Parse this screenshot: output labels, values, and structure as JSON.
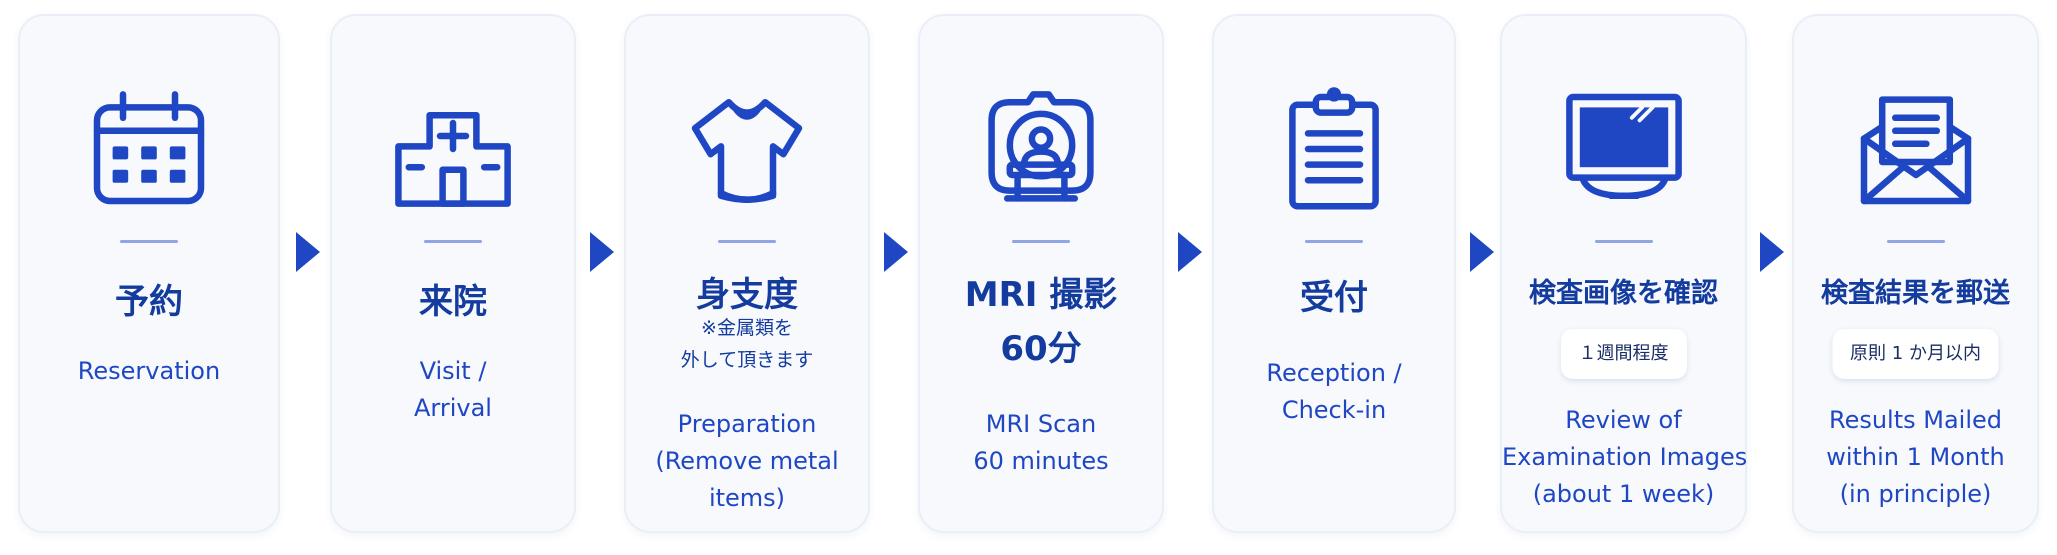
{
  "steps": [
    {
      "icon": "calendar-icon",
      "title": [
        "予約"
      ],
      "en": [
        "Reservation"
      ]
    },
    {
      "icon": "hospital-icon",
      "title": [
        "来院"
      ],
      "en": [
        "Visit /",
        "Arrival"
      ]
    },
    {
      "icon": "shirt-icon",
      "title": [
        "身支度"
      ],
      "note": [
        "※金属類を",
        "外して頂きます"
      ],
      "en": [
        "Preparation",
        "(Remove metal",
        "items)"
      ]
    },
    {
      "icon": "mri-scanner-icon",
      "title": [
        "MRI 撮影",
        "60分"
      ],
      "en": [
        "MRI Scan",
        "60 minutes"
      ]
    },
    {
      "icon": "clipboard-icon",
      "title": [
        "受付"
      ],
      "en": [
        "Reception /",
        "Check-in"
      ]
    },
    {
      "icon": "monitor-icon",
      "title": [
        "検査画像を確認"
      ],
      "badge": "１週間程度",
      "en": [
        "Review of",
        "Examination Images",
        "(about 1 week)"
      ]
    },
    {
      "icon": "envelope-icon",
      "title": [
        "検査結果を郵送"
      ],
      "badge": "原則 1 か月以内",
      "en": [
        "Results Mailed",
        "within 1 Month",
        "(in principle)"
      ]
    }
  ],
  "colors": {
    "accent": "#1f47c4",
    "title": "#143c9e",
    "card_bg": "#f7f9fd",
    "card_border": "#eaeef7"
  }
}
